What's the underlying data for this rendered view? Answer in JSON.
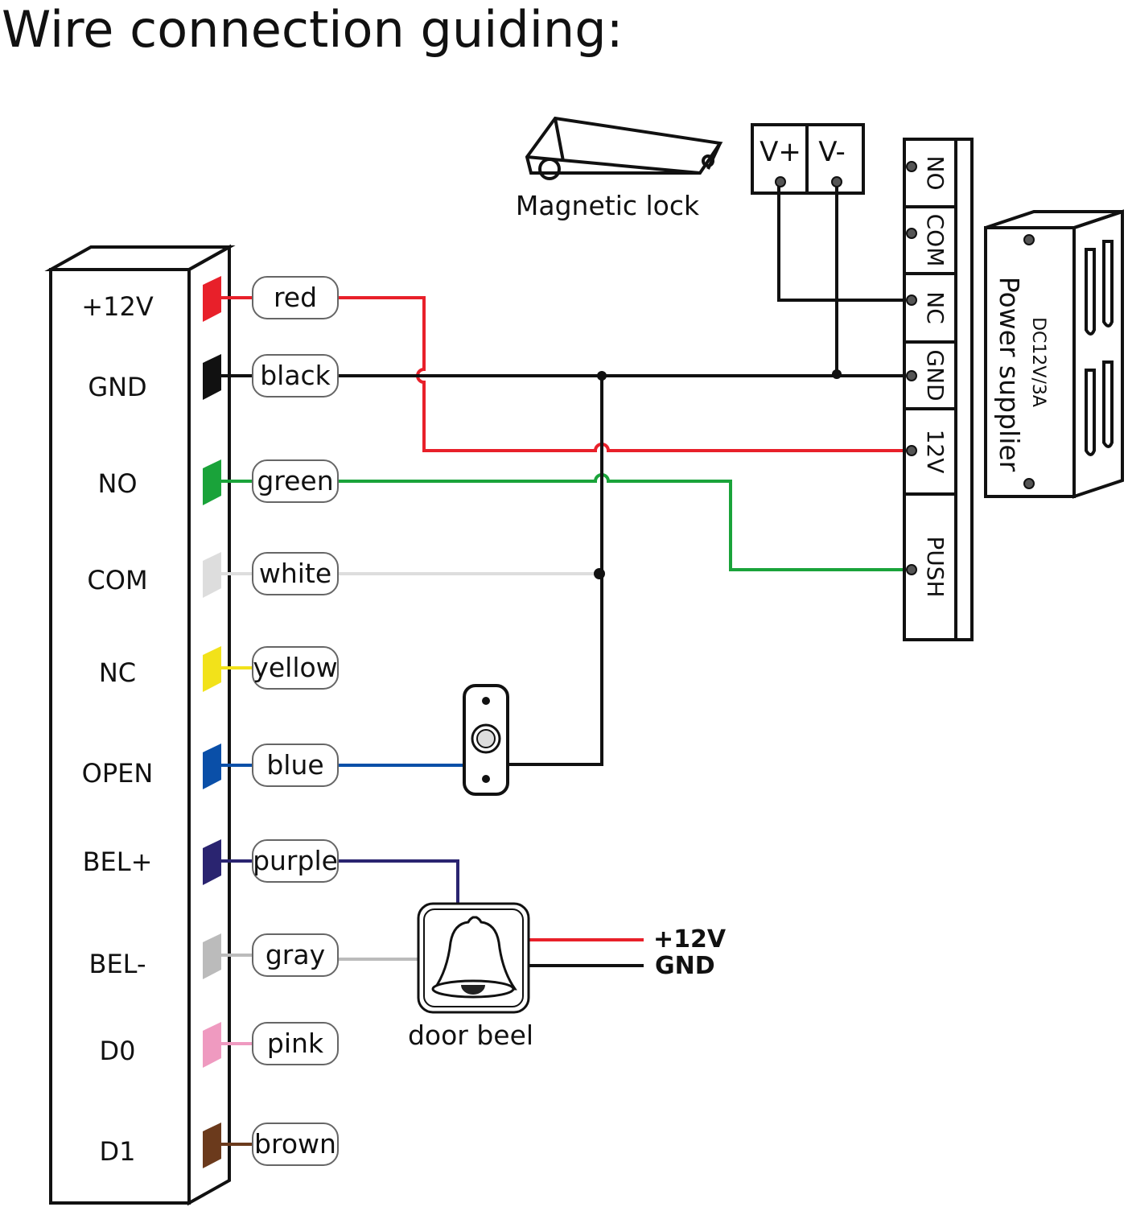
{
  "title": "Wire connection guiding:",
  "controller": {
    "pins": [
      {
        "label": "+12V",
        "wire": "red",
        "color": "#e8202a"
      },
      {
        "label": "GND",
        "wire": "black",
        "color": "#111111"
      },
      {
        "label": "NO",
        "wire": "green",
        "color": "#1aa33a"
      },
      {
        "label": "COM",
        "wire": "white",
        "color": "#dddddd"
      },
      {
        "label": "NC",
        "wire": "yellow",
        "color": "#f2e21a"
      },
      {
        "label": "OPEN",
        "wire": "blue",
        "color": "#0a4fa8"
      },
      {
        "label": "BEL+",
        "wire": "purple",
        "color": "#2a2470"
      },
      {
        "label": "BEL-",
        "wire": "gray",
        "color": "#bbbbbb"
      },
      {
        "label": "D0",
        "wire": "pink",
        "color": "#ef9ac0"
      },
      {
        "label": "D1",
        "wire": "brown",
        "color": "#6b3a1c"
      }
    ]
  },
  "magnetic_lock": {
    "label": "Magnetic lock",
    "terminals": [
      "V+",
      "V-"
    ]
  },
  "power_supply": {
    "label": "Power supplier",
    "rating": "DC12V/3A",
    "terminals": [
      "NO",
      "COM",
      "NC",
      "GND",
      "12V",
      "PUSH"
    ]
  },
  "door_bell": {
    "label": "door beel",
    "supply": [
      "+12V",
      "GND"
    ]
  }
}
